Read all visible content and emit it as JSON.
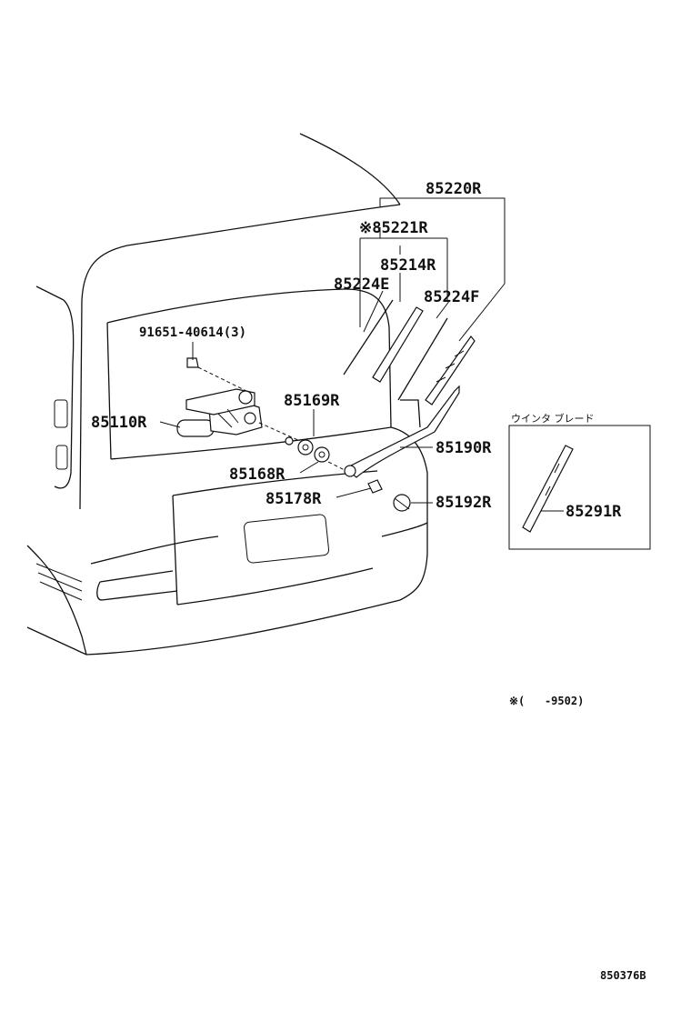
{
  "labels": {
    "p85220R": "85220R",
    "p85221R": "※85221R",
    "p85214R": "85214R",
    "p85224E": "85224E",
    "p85224F": "85224F",
    "p91651": "91651-40614(3)",
    "p85169R": "85169R",
    "p85110R": "85110R",
    "p85190R": "85190R",
    "p85168R": "85168R",
    "p85178R": "85178R",
    "p85192R": "85192R",
    "p85291R": "85291R"
  },
  "inset": {
    "title": "ウインタ ブレード"
  },
  "note": "※(   -9502)",
  "diagram_code": "850376B"
}
